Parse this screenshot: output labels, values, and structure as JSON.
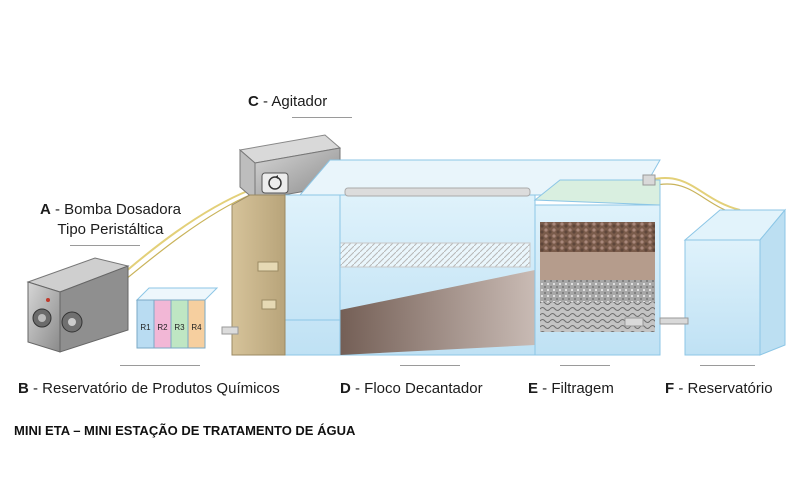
{
  "labels": {
    "a": {
      "letter": "A",
      "line1": " - Bomba Dosadora",
      "line2": "Tipo Peristáltica"
    },
    "b": {
      "letter": "B",
      "text": " - Reservatório de Produtos Químicos"
    },
    "c": {
      "letter": "C",
      "text": " - Agitador"
    },
    "d": {
      "letter": "D",
      "text": " - Floco Decantador"
    },
    "e": {
      "letter": "E",
      "text": " - Filtragem"
    },
    "f": {
      "letter": "F",
      "text": " - Reservatório"
    }
  },
  "reagent_tubes": [
    {
      "label": "R1",
      "color": "#b9dcf2"
    },
    {
      "label": "R2",
      "color": "#f2b7d6"
    },
    {
      "label": "R3",
      "color": "#bfe6c3"
    },
    {
      "label": "R4",
      "color": "#f6cf9f"
    }
  ],
  "footer": {
    "title": "MINI ETA – MINI ESTAÇÃO DE TRATAMENTO DE ÁGUA"
  },
  "colors": {
    "water": "#c7e6f6",
    "water_edge": "#8cc6e6",
    "pipe": "#e3d079",
    "metal": "#9b9b9b",
    "sludge": "#7a5a4a",
    "filter_gravel": "#8a6a55",
    "footer_text": "#111111"
  }
}
